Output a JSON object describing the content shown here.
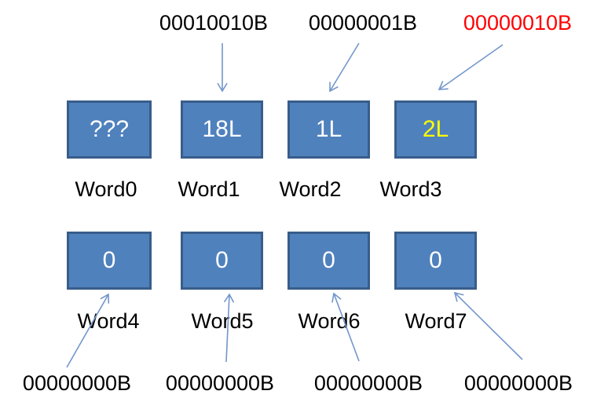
{
  "colors": {
    "box-fill": "#4F81BD",
    "box-border": "#385D8A",
    "box-text": "#FFFFFF",
    "highlight-text": "#FFFF00",
    "alert-text": "#FF0000",
    "text": "#000000",
    "arrow": "#7296CC"
  },
  "top_labels": [
    {
      "text": "00010010B",
      "color": "#000000"
    },
    {
      "text": "00000001B",
      "color": "#000000"
    },
    {
      "text": "00000010B",
      "color": "#FF0000"
    }
  ],
  "words": [
    {
      "name": "Word0",
      "value": "???",
      "value_color": "#FFFFFF"
    },
    {
      "name": "Word1",
      "value": "18L",
      "value_color": "#FFFFFF"
    },
    {
      "name": "Word2",
      "value": "1L",
      "value_color": "#FFFFFF"
    },
    {
      "name": "Word3",
      "value": "2L",
      "value_color": "#FFFF00"
    },
    {
      "name": "Word4",
      "value": "0",
      "value_color": "#FFFFFF"
    },
    {
      "name": "Word5",
      "value": "0",
      "value_color": "#FFFFFF"
    },
    {
      "name": "Word6",
      "value": "0",
      "value_color": "#FFFFFF"
    },
    {
      "name": "Word7",
      "value": "0",
      "value_color": "#FFFFFF"
    }
  ],
  "bottom_labels": [
    {
      "text": "00000000B"
    },
    {
      "text": "00000000B"
    },
    {
      "text": "00000000B"
    },
    {
      "text": "00000000B"
    }
  ],
  "arrows": [
    {
      "from": "00010010B",
      "to": "Word1"
    },
    {
      "from": "00000001B",
      "to": "Word2"
    },
    {
      "from": "00000010B",
      "to": "Word3"
    },
    {
      "from": "00000000B",
      "to": "Word4"
    },
    {
      "from": "00000000B",
      "to": "Word5"
    },
    {
      "from": "00000000B",
      "to": "Word6"
    },
    {
      "from": "00000000B",
      "to": "Word7"
    }
  ]
}
